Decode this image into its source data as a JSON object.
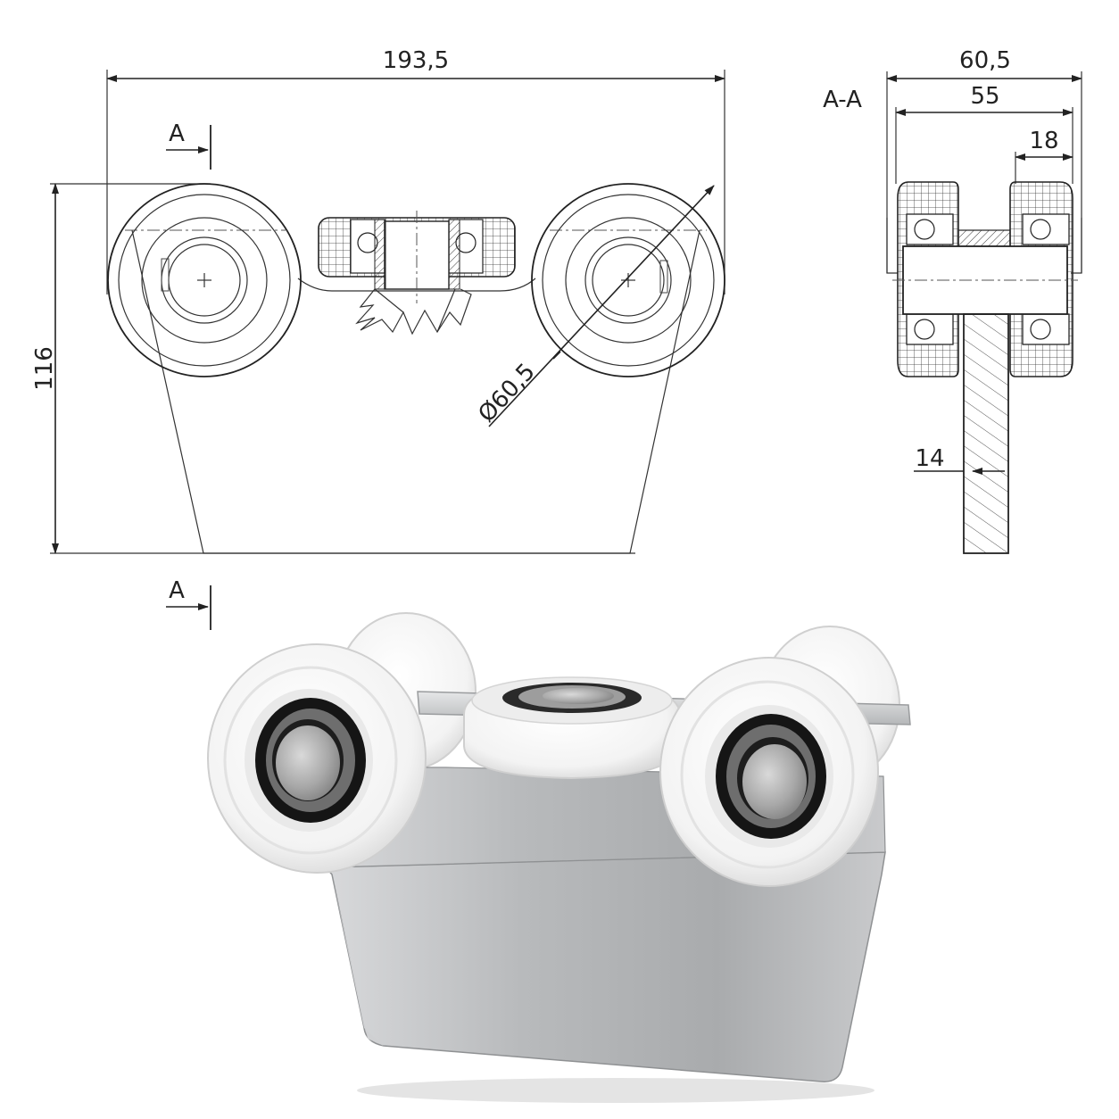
{
  "dimensions": {
    "overall_width": "193,5",
    "overall_height": "116",
    "wheel_diameter": "Ø60,5",
    "section_total_width": "60,5",
    "section_wheel_width": "55",
    "section_offset": "18",
    "plate_thickness": "14"
  },
  "section_marks": {
    "top_marker": "A",
    "bottom_marker": "A",
    "section_title": "A-A"
  },
  "colors": {
    "line": "#222222",
    "wheel_white": "#f7f7f7",
    "bracket_steel": "#b9bbbd",
    "bearing_black": "#141414",
    "axle_metal": "#a9a9a9"
  }
}
